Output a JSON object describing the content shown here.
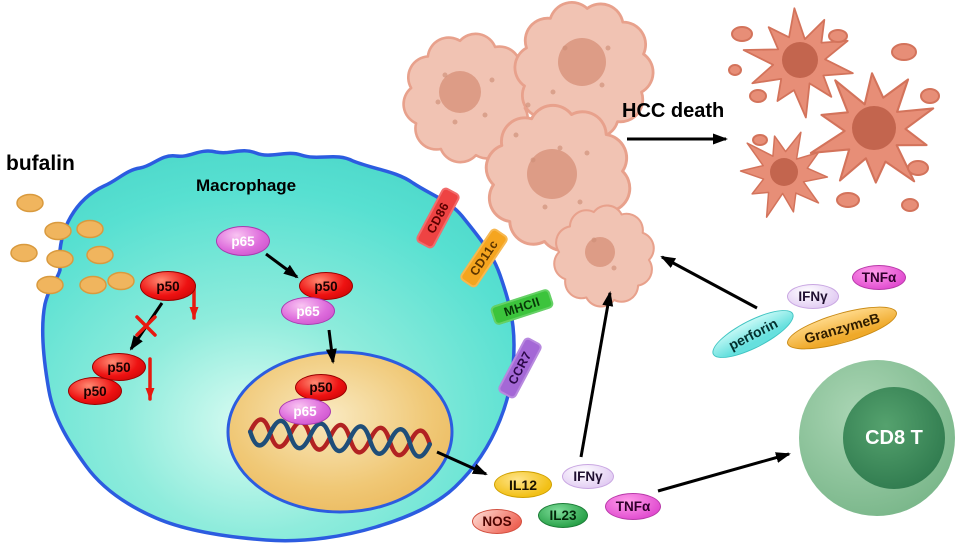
{
  "labels": {
    "bufalin": "bufalin",
    "macrophage": "Macrophage",
    "hcc_death": "HCC death"
  },
  "molecules": {
    "p65_free": "p65",
    "p50_single": "p50",
    "complex_p50": "p50",
    "complex_p65": "p65",
    "pair_p50_top": "p50",
    "pair_p50_bottom": "p50",
    "nucleus_p50": "p50",
    "nucleus_p65": "p65"
  },
  "receptors": [
    {
      "label": "CD86",
      "color": "#ee4343"
    },
    {
      "label": "CD11c",
      "color": "#f5a51f"
    },
    {
      "label": "MHCII",
      "color": "#3cc43c"
    },
    {
      "label": "CCR7",
      "color": "#a468d6"
    }
  ],
  "cytokines": [
    {
      "label": "IL12",
      "color": "#f2c016"
    },
    {
      "label": "IFNγ",
      "color": "#e2ccf3"
    },
    {
      "label": "NOS",
      "color": "#ee6253"
    },
    {
      "label": "IL23",
      "color": "#27a047"
    },
    {
      "label": "TNFα",
      "color": "#e14cd0"
    }
  ],
  "effector_molecules": [
    {
      "label": "perforin",
      "color": "#66e0de"
    },
    {
      "label": "IFNγ",
      "color": "#e2ccf3"
    },
    {
      "label": "TNFα",
      "color": "#e14cd0"
    },
    {
      "label": "GranzymeB",
      "color": "#efa92a"
    }
  ],
  "cells": {
    "cd8_t": "CD8 T"
  },
  "theme": {
    "macrophage_fill": "#55dfd0",
    "membrane_stroke": "#2c5ce0",
    "nucleus_fill": "#ecba5e",
    "hcc_cell_fill": "#f1c3b3",
    "dead_cell_fill": "#e78e77",
    "bufalin_dot": "#f0b55e",
    "arrow_color": "#000000",
    "inhibition_color": "#e8190f"
  }
}
